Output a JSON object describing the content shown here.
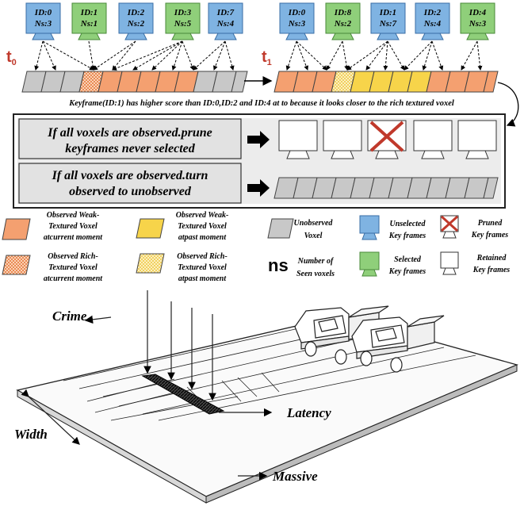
{
  "top": {
    "t0_label": "t",
    "t0_sub": "0",
    "t1_label": "t",
    "t1_sub": "1",
    "frames_t0": [
      {
        "id": "ID:0",
        "ns": "Ns:3",
        "state": "unselected"
      },
      {
        "id": "ID:1",
        "ns": "Ns:1",
        "state": "selected"
      },
      {
        "id": "ID:2",
        "ns": "Ns:2",
        "state": "unselected"
      },
      {
        "id": "ID:3",
        "ns": "Ns:5",
        "state": "selected"
      },
      {
        "id": "ID:7",
        "ns": "Ns:4",
        "state": "unselected"
      }
    ],
    "frames_t1": [
      {
        "id": "ID:0",
        "ns": "Ns:3",
        "state": "unselected"
      },
      {
        "id": "ID:8",
        "ns": "Ns:2",
        "state": "selected"
      },
      {
        "id": "ID:1",
        "ns": "Ns:7",
        "state": "unselected"
      },
      {
        "id": "ID:2",
        "ns": "Ns:4",
        "state": "unselected"
      },
      {
        "id": "ID:4",
        "ns": "Ns:3",
        "state": "selected"
      }
    ],
    "caption": "Keyframe(ID:1) has higher score than ID:0,ID:2 and ID:4 at to because it looks closer to the rich textured voxel"
  },
  "rules": {
    "rule1": [
      "If all voxels are observed.prune",
      "keyframes never selected"
    ],
    "rule2": [
      "If all voxels are observed.turn",
      "observed to unobserved"
    ]
  },
  "legend": {
    "weak_current": [
      "Observed Weak-",
      "Textured Voxel",
      "atcurrent moment"
    ],
    "rich_current": [
      "Observed Rich-",
      "Textured Voxel",
      "atcurrent moment"
    ],
    "weak_past": [
      "Observed Weak-",
      "Textured Voxel",
      "atpast moment"
    ],
    "rich_past": [
      "Observed Rich-",
      "Textured Voxel",
      "atpast moment"
    ],
    "unobserved": [
      "Unobserved",
      "Voxel"
    ],
    "ns_symbol": "ns",
    "ns_text": [
      "Number of",
      "Seen voxels"
    ],
    "unselected": [
      "Unselected",
      "Key frames"
    ],
    "selected": [
      "Selected",
      "Key frames"
    ],
    "pruned": [
      "Pruned",
      "Key frames"
    ],
    "retained": [
      "Retained",
      "Key frames"
    ]
  },
  "bottom": {
    "crime": "Crime",
    "latency": "Latency",
    "width": "Width",
    "massive": "Massive"
  },
  "colors": {
    "orange": "#f4a070",
    "yellow": "#f7d44a",
    "gray": "#c8c8c8",
    "blue": "#7fb3e2",
    "green": "#8fcf7a",
    "red": "#c0392b"
  }
}
